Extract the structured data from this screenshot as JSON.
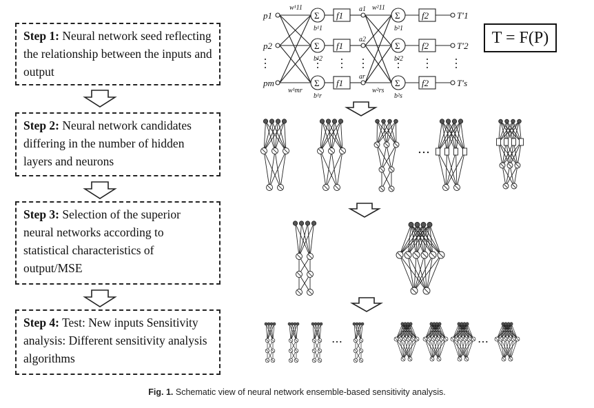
{
  "steps": [
    {
      "title": "Step 1:",
      "text": " Neural network seed reflecting the relationship between the inputs and output"
    },
    {
      "title": "Step 2:",
      "text": " Neural network candidates differing in the number of hidden layers and neurons"
    },
    {
      "title": "Step 3:",
      "text": " Selection of the superior neural networks according to statistical characteristics of output/MSE"
    },
    {
      "title": "Step 4:",
      "text": " Test: New inputs Sensitivity analysis: Different sensitivity analysis algorithms"
    }
  ],
  "formula": "T = F(P)",
  "seed": {
    "inputs": [
      "p1",
      "p2",
      "pm"
    ],
    "outputs": [
      "T′1",
      "T′2",
      "T′s"
    ],
    "hidden_weights": [
      "w¹11",
      "w¹mr"
    ],
    "output_weights": [
      "w²11",
      "w²rs"
    ],
    "hidden_bias": [
      "b¹1",
      "b¹2",
      "b¹r"
    ],
    "output_bias": [
      "b²1",
      "b²2",
      "b²s"
    ],
    "hidden_outputs": [
      "a1",
      "a2",
      "ar"
    ],
    "f1": "f1",
    "f2": "f2"
  },
  "ellipsis": "…",
  "caption": {
    "label": "Fig. 1.",
    "text": " Schematic view of neural network ensemble-based sensitivity analysis."
  }
}
